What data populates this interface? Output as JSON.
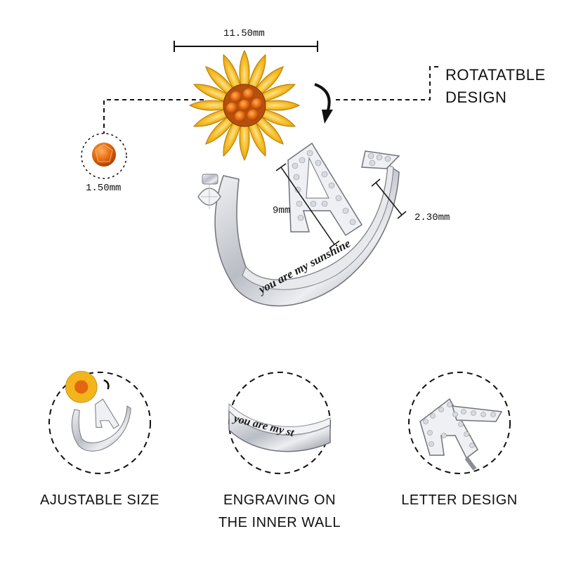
{
  "dimensions": {
    "top_width": "11.50mm",
    "stone": "1.50mm",
    "letter_height": "9mm",
    "band_width": "2.30mm"
  },
  "callout": {
    "line1": "ROTATATBLE",
    "line2": "DESIGN"
  },
  "engraving": {
    "main": "you are my sunshine",
    "detail": "you are my st"
  },
  "features": [
    {
      "caption": "AJUSTABLE SIZE"
    },
    {
      "caption_line1": "ENGRAVING ON",
      "caption_line2": "THE INNER WALL"
    },
    {
      "caption": "LETTER DESIGN"
    }
  ],
  "colors": {
    "gold": "#f2b51c",
    "gold_dark": "#c9890b",
    "stone": "#e4670f",
    "silver": "#c9ccd1",
    "line": "#111111"
  }
}
